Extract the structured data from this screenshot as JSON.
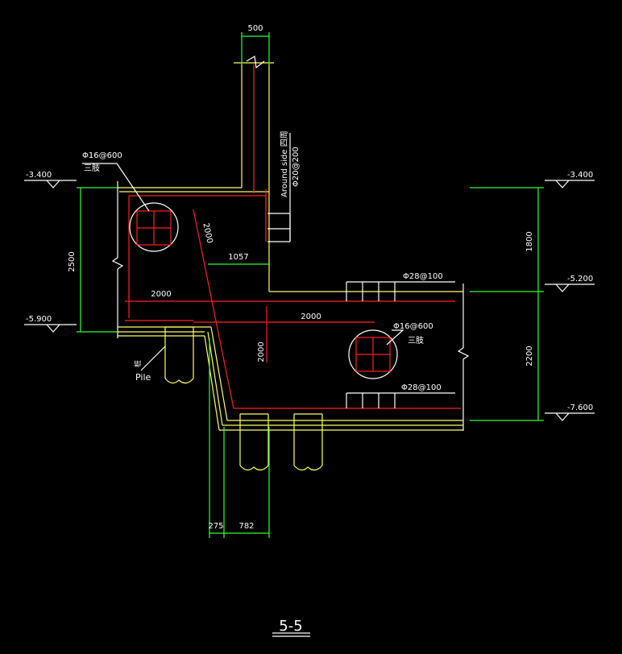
{
  "colors": {
    "background": "#000000",
    "concrete": "#ffff66",
    "rebar": "#ff2020",
    "dimension": "#33ff33",
    "text": "#ffffff",
    "pile": "#ffff66"
  },
  "dims": {
    "wall_thickness": "500",
    "left_height": "2500",
    "right_upper": "1800",
    "right_lower": "2200",
    "step_width": "1057",
    "bottom_left": "275",
    "bottom_right": "782"
  },
  "levels": {
    "top_left": "-3.400",
    "bottom_left": "-5.900",
    "top_right": "-3.400",
    "mid_right": "-5.200",
    "bottom_right": "-7.600"
  },
  "rebar_labels": {
    "around_side": "Around side 四周",
    "around_side_spacing": "Φ20@200",
    "top_bar": "Φ28@100",
    "bottom_bar": "Φ28@100",
    "tie_left": "Φ16@600",
    "tie_left_sub": "三肢",
    "tie_right": "Φ16@600",
    "tie_right_sub": "三肢",
    "len_diag": "2000",
    "len_horiz_left": "2000",
    "len_horiz_right": "2000",
    "len_vert": "2000"
  },
  "pile": {
    "label": "Pile",
    "marker": "桩"
  },
  "section_title": "5-5"
}
